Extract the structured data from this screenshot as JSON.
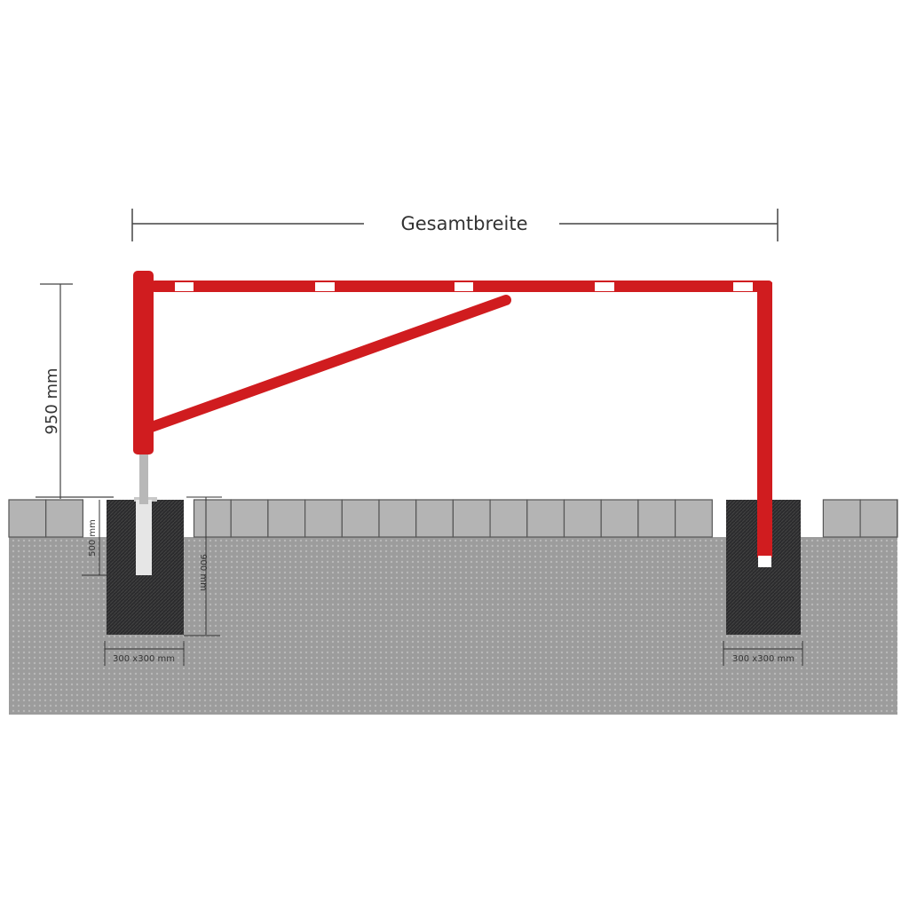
{
  "dimensions": {
    "total_width_label": "Gesamtbreite",
    "height_label": "950 mm",
    "post_depth_label": "500 mm",
    "foundation_depth_label": "900 mm",
    "left_foundation_size_label": "300 x300 mm",
    "right_foundation_size_label": "300 x300 mm"
  },
  "colors": {
    "barrier_red": "#d01c1f",
    "stripe_white": "#ffffff",
    "foundation": "#2b2b2d",
    "paver": "#b4b4b4",
    "ground": "#9c9c9c",
    "post_sleeve": "#d8d8d8"
  }
}
